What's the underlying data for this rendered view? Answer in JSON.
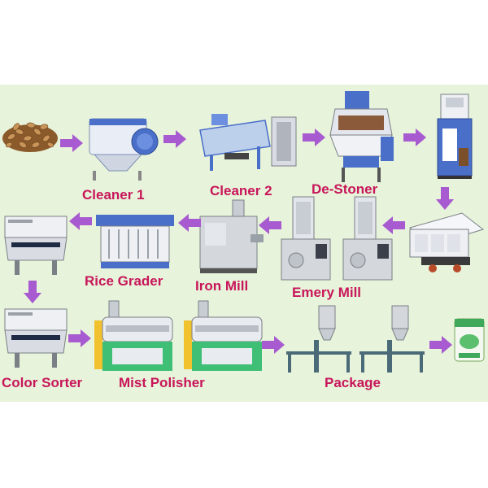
{
  "labels": {
    "cleaner1": "Cleaner 1",
    "cleaner2": "Cleaner 2",
    "destoner": "De-Stoner",
    "emery": "Emery Mill",
    "iron": "Iron Mill",
    "grader": "Rice Grader",
    "sorter": "Color Sorter",
    "polisher": "Mist Polisher",
    "package": "Package"
  },
  "colors": {
    "background": "#e7f3da",
    "label": "#c8165a",
    "arrow": "#a85bd0",
    "machine_blue": "#4a6fc9",
    "machine_gray": "#d4d7db",
    "machine_green": "#3fbf75",
    "machine_yellow": "#f2c12e"
  },
  "icons": [
    "rice-grain-pile",
    "arrow-right-icon",
    "arrow-left-icon",
    "arrow-down-icon",
    "rice-bag-icon"
  ]
}
